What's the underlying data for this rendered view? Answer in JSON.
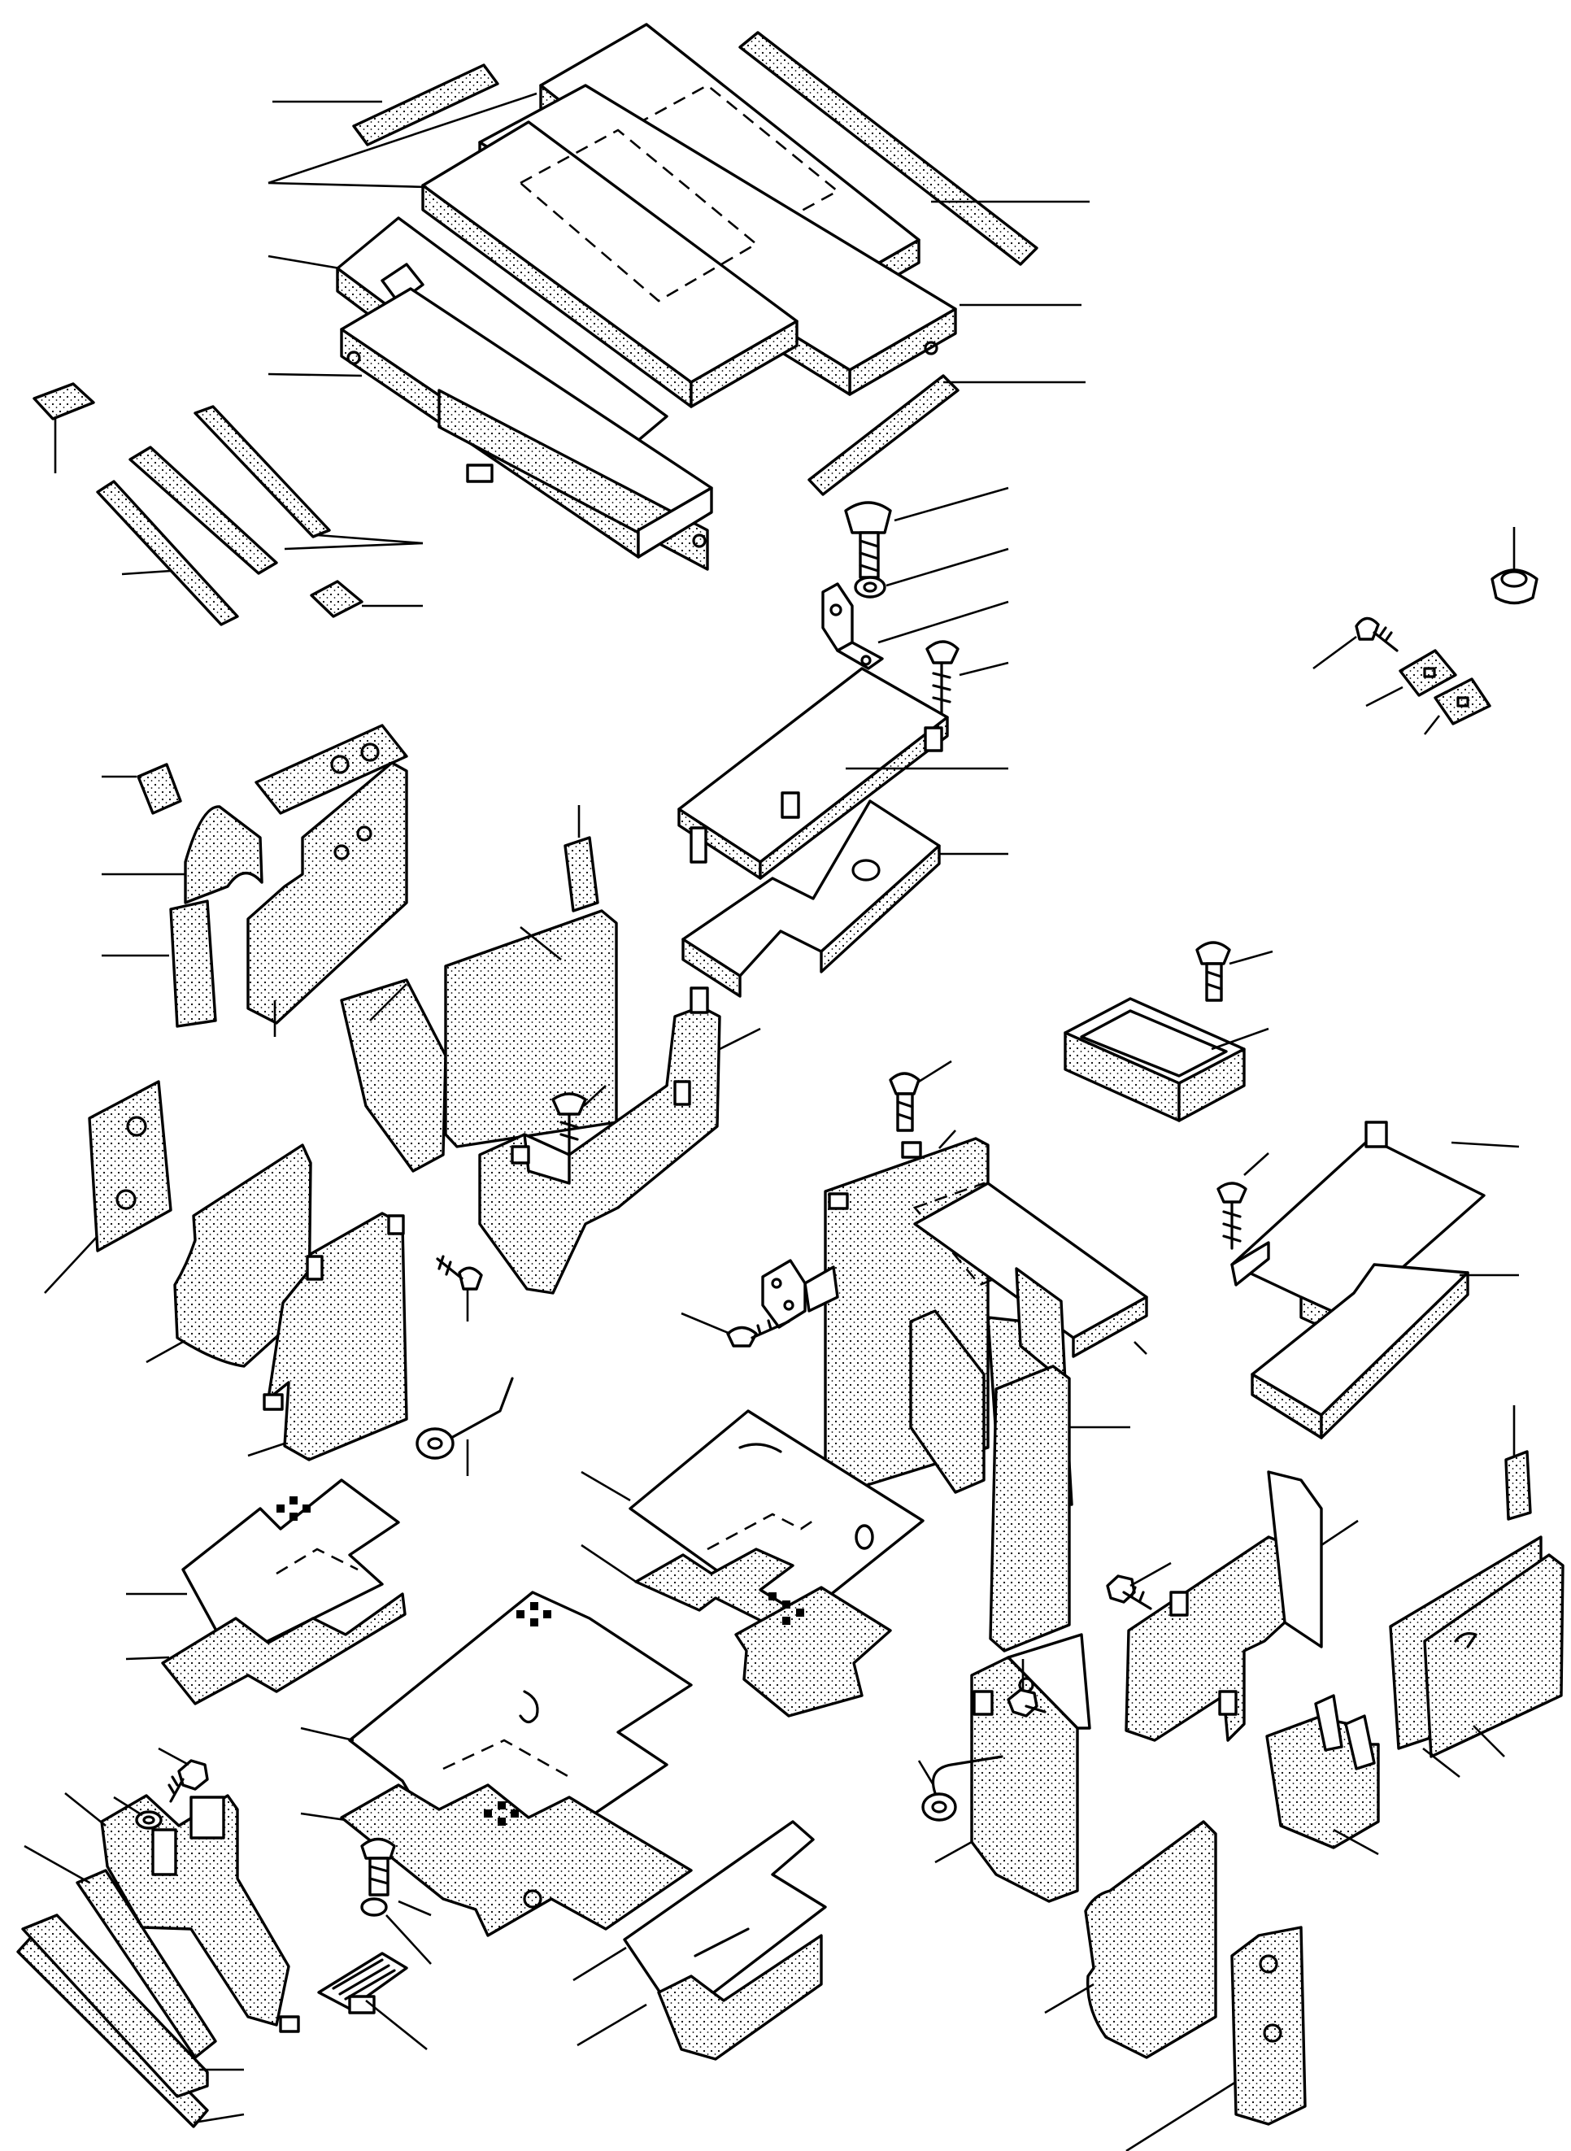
{
  "drawing": {
    "type": "exploded-parts-diagram",
    "colors": {
      "line": "#000000",
      "background": "#ffffff"
    },
    "parts": [
      "top-seal-strip",
      "upper-panel-left",
      "upper-panel-right",
      "seal-strip-right",
      "upper-tray",
      "upper-insulator",
      "lower-tray",
      "lower-seal-strip",
      "small-pad-left",
      "side-strips",
      "small-pad-center",
      "bolt",
      "washer",
      "bracket",
      "screw",
      "channel-cover",
      "insulator-plate",
      "cover-plate",
      "block",
      "insulator-pad",
      "side-case",
      "pad-box",
      "front-insulator",
      "l-channel",
      "mount-plate",
      "side-panel",
      "side-bracket",
      "spring-clip",
      "floor-plates",
      "center-plates",
      "large-floor-plates",
      "front-bracket",
      "rear-panel",
      "side-insulator",
      "box-tray",
      "right-insulators",
      "rear-frame",
      "right-bracket",
      "right-pads",
      "corner-frame",
      "right-side-plates"
    ]
  }
}
